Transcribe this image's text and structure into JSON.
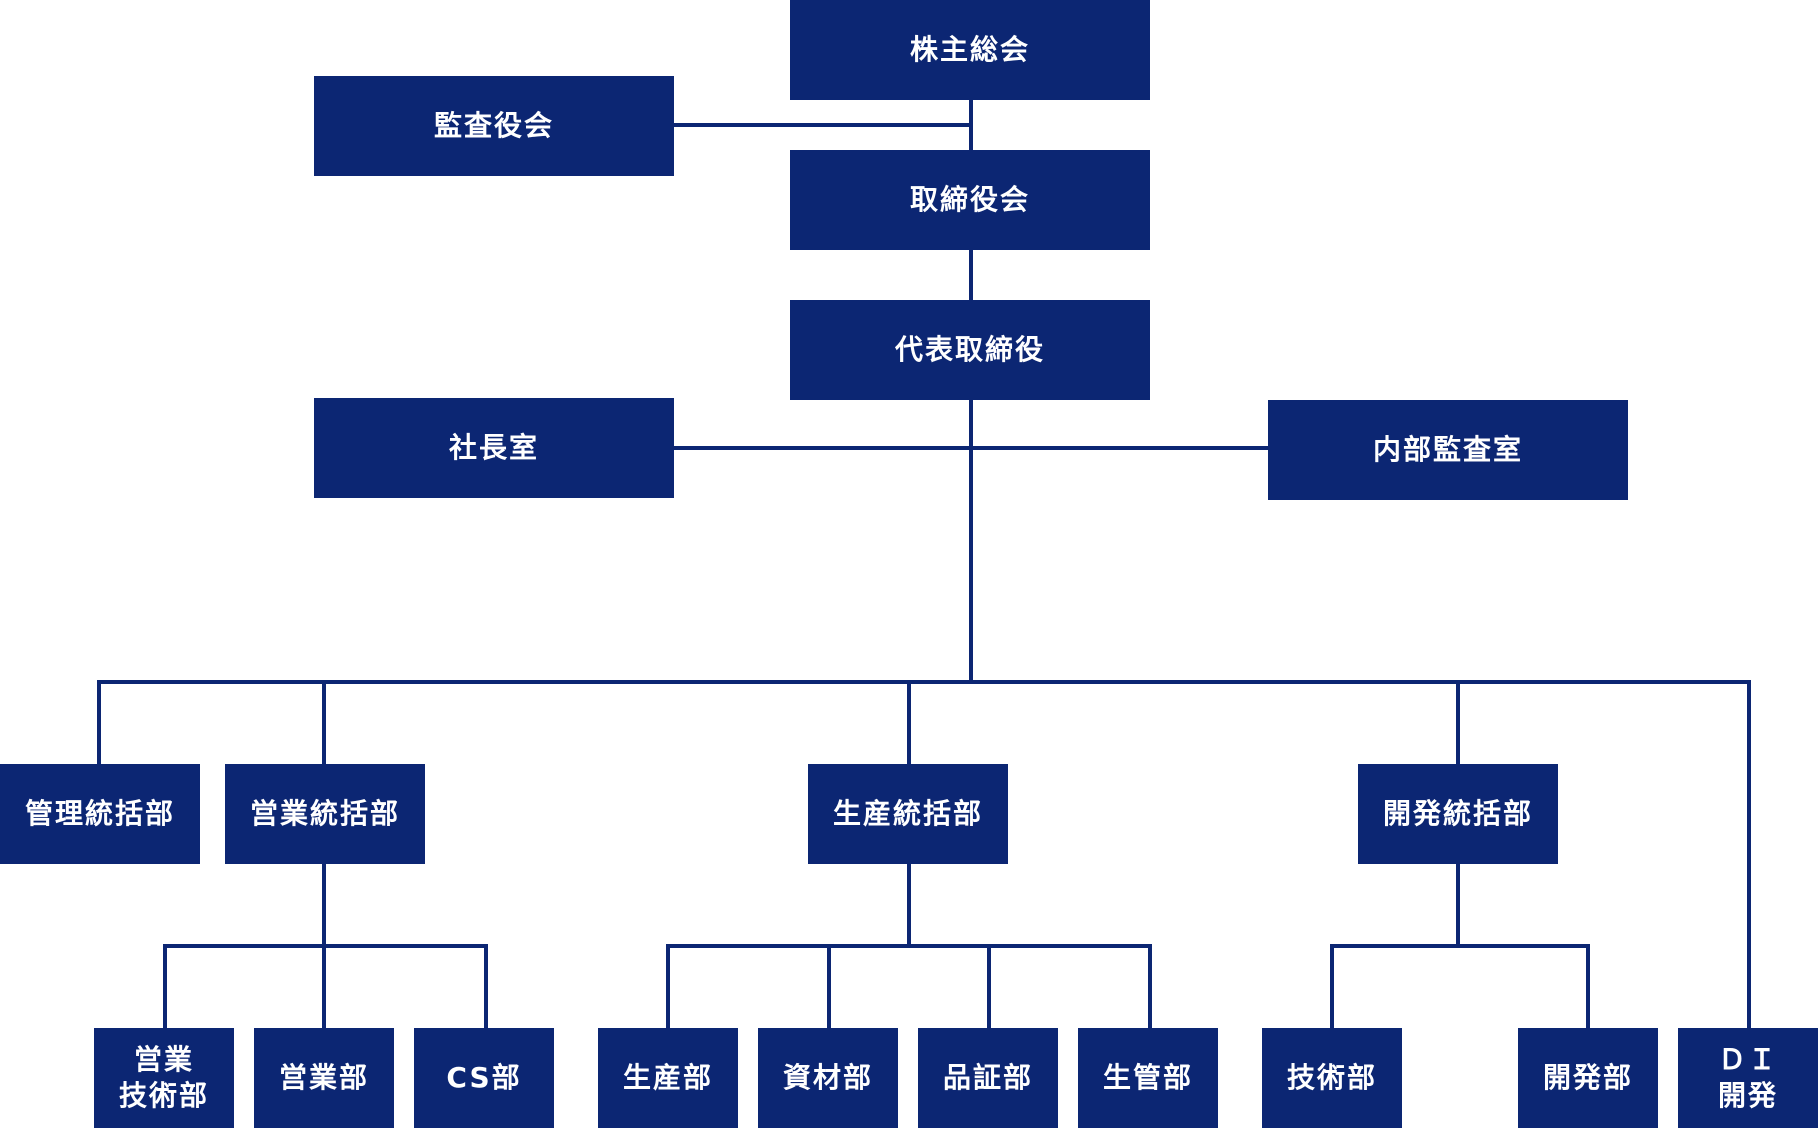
{
  "colors": {
    "node_fill": "#0c2673",
    "node_text": "#ffffff",
    "connector": "#0c2673",
    "background": "#ffffff"
  },
  "nodes": {
    "shareholders": "株主総会",
    "auditors": "監査役会",
    "board": "取締役会",
    "representative": "代表取締役",
    "president_office": "社長室",
    "internal_audit": "内部監査室",
    "admin_hq": "管理統括部",
    "sales_hq": "営業統括部",
    "production_hq": "生産統括部",
    "development_hq": "開発統括部",
    "sales_tech_line1": "営業",
    "sales_tech_line2": "技術部",
    "sales_dept": "営業部",
    "cs_dept": "CS部",
    "production_dept": "生産部",
    "materials_dept": "資材部",
    "quality_dept": "品証部",
    "production_control_dept": "生管部",
    "tech_dept": "技術部",
    "development_dept": "開発部",
    "di_line1": "ＤＩ",
    "di_line2": "開発"
  }
}
